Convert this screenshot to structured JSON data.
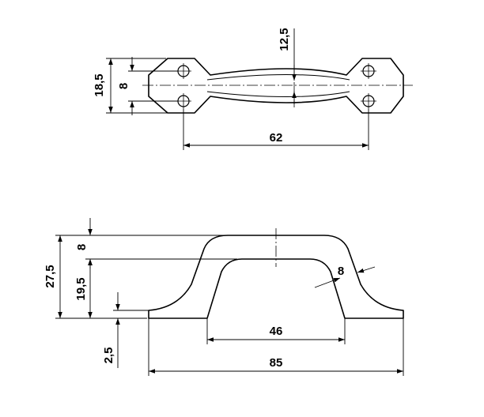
{
  "dimensions": {
    "top_view": {
      "overall_height": "18,5",
      "hole_spacing_vertical": "8",
      "grip_width": "12,5",
      "hole_center_distance": "62"
    },
    "side_view": {
      "overall_height": "27,5",
      "grip_thickness": "8",
      "inner_height": "19,5",
      "base_thickness": "2,5",
      "leg_thickness": "8",
      "inner_span": "46",
      "overall_length": "85"
    }
  }
}
